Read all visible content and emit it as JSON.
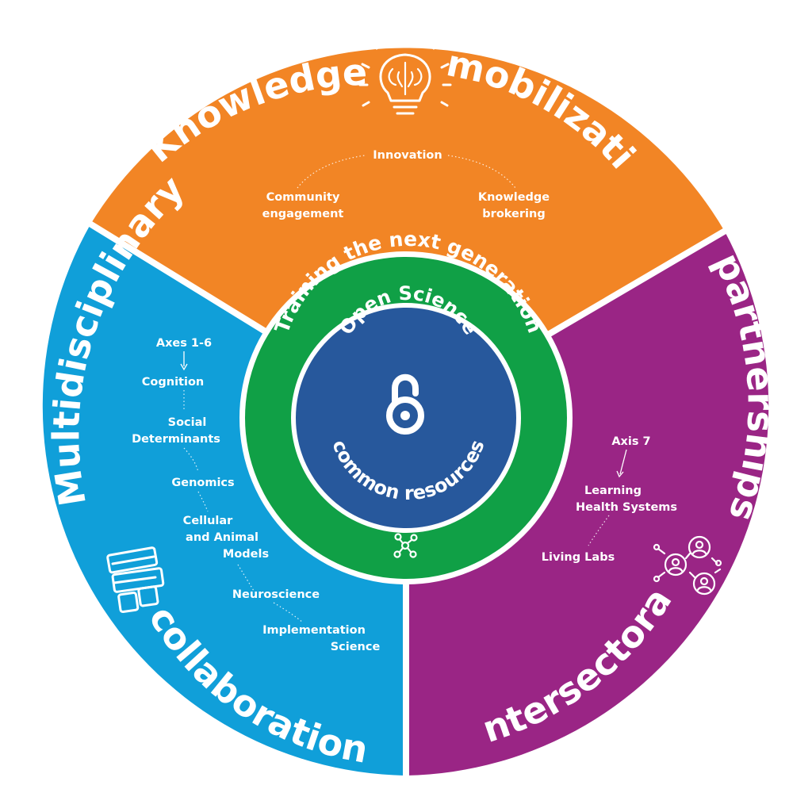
{
  "colors": {
    "orange": "#f28525",
    "blue": "#109fd9",
    "purple": "#9a2585",
    "green": "#10a046",
    "navy": "#27589c",
    "white": "#ffffff"
  },
  "sectors": {
    "knowledge": {
      "title_left": "Knowledge",
      "title_right": "mobilization",
      "icon": "brain-lightbulb-icon",
      "items": [
        "Innovation",
        "Community",
        "engagement",
        "Knowledge",
        "brokering"
      ]
    },
    "multidisciplinary": {
      "title_top": "Multidisciplinary",
      "title_bottom": "collaboration",
      "icon": "books-icon",
      "items": [
        "Axes 1-6",
        "Cognition",
        "Social",
        "Determinants",
        "Genomics",
        "Cellular",
        "and Animal",
        "Models",
        "Neuroscience",
        "Implementation",
        "Science"
      ]
    },
    "intersectoral": {
      "title_top": "partnerships",
      "title_bottom": "Intersectoral",
      "icon": "people-network-icon",
      "items": [
        "Axis 7",
        "Learning",
        "Health Systems",
        "Living Labs"
      ]
    }
  },
  "ring": {
    "label": "Training the next generation",
    "icon": "molecule-icon"
  },
  "core": {
    "top": "Open Science",
    "bottom": "common resources",
    "icon": "open-lock-icon"
  }
}
